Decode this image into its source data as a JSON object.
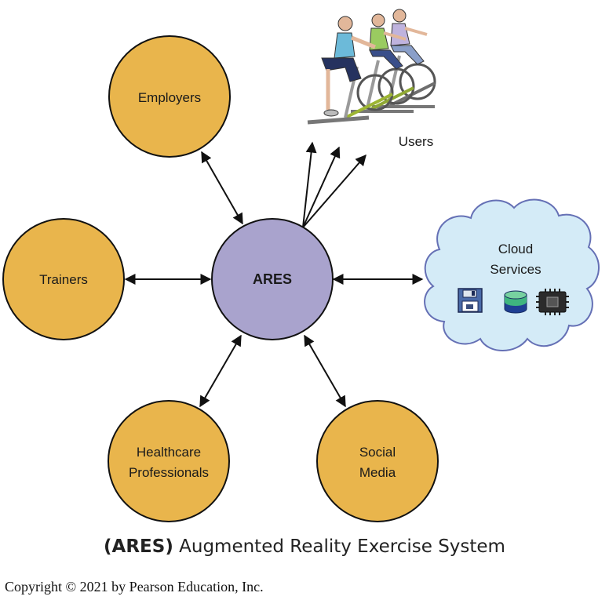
{
  "center": {
    "label": "ARES"
  },
  "nodes": {
    "employers": "Employers",
    "trainers": "Trainers",
    "healthcare_line1": "Healthcare",
    "healthcare_line2": "Professionals",
    "social_line1": "Social",
    "social_line2": "Media",
    "cloud_line1": "Cloud",
    "cloud_line2": "Services",
    "users": "Users"
  },
  "cloud_icons": [
    "floppy-disk-icon",
    "database-icon",
    "chip-icon"
  ],
  "caption": {
    "acronym": "(ARES)",
    "text": " Augmented Reality Exercise System"
  },
  "copyright": "Copyright © 2021 by Pearson Education, Inc.",
  "colors": {
    "node_fill": "#e9b54c",
    "center_fill": "#a9a3cd",
    "cloud_fill": "#d4ebf7",
    "cloud_stroke": "#6570b5"
  }
}
